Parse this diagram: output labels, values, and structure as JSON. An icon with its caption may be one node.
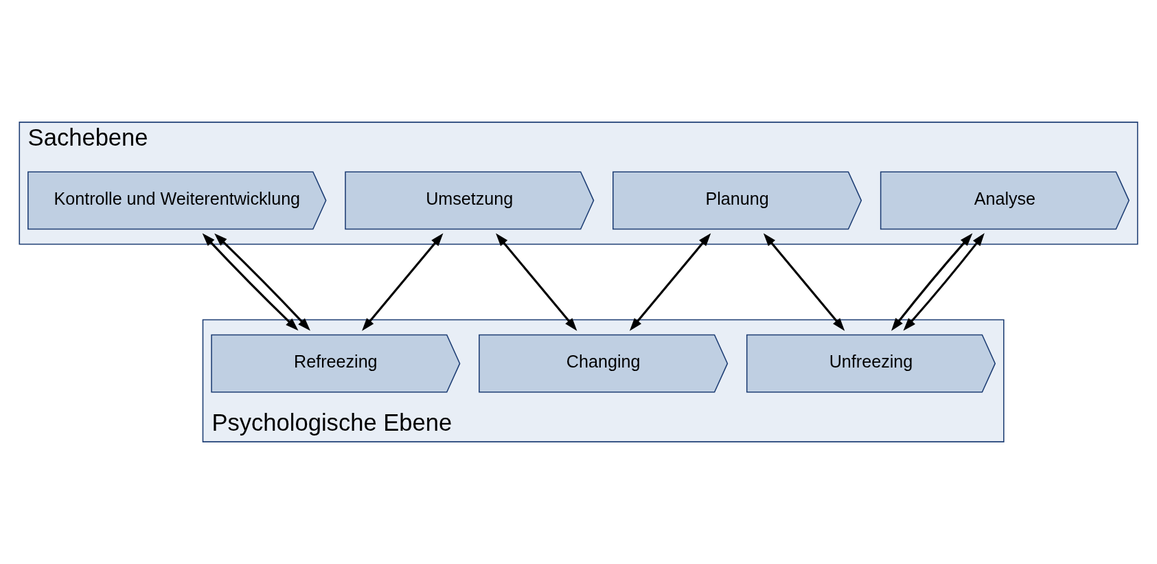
{
  "diagram": {
    "nodes": [
      {
        "text": [
          "Sachebene"
        ]
      },
      {
        "text": [
          "Analyse"
        ],
        "in": 0
      },
      {
        "text": [
          "Planung"
        ],
        "in": 0
      },
      {
        "text": [
          "Umsetzung"
        ],
        "in": 0
      },
      {
        "text": [
          "Kontrolle und Weiterentwicklung"
        ],
        "in": 0
      },
      {
        "text": [
          "Psychologische Ebene"
        ]
      },
      {
        "text": [
          "Unfreezing"
        ],
        "in": 5
      },
      {
        "text": [
          "Changing"
        ],
        "in": 5
      },
      {
        "text": [
          "Refreezing"
        ],
        "in": 5
      }
    ],
    "edges": [
      {
        "from": 1,
        "to": 6,
        "arrow": "both"
      },
      {
        "from": 1,
        "to": 6,
        "arrow": "both"
      },
      {
        "from": 2,
        "to": 6,
        "arrow": "both"
      },
      {
        "from": 2,
        "to": 7,
        "arrow": "both"
      },
      {
        "from": 3,
        "to": 7,
        "arrow": "both"
      },
      {
        "from": 3,
        "to": 8,
        "arrow": "both"
      },
      {
        "from": 4,
        "to": 8,
        "arrow": "both"
      },
      {
        "from": 4,
        "to": 8,
        "arrow": "both"
      }
    ]
  }
}
